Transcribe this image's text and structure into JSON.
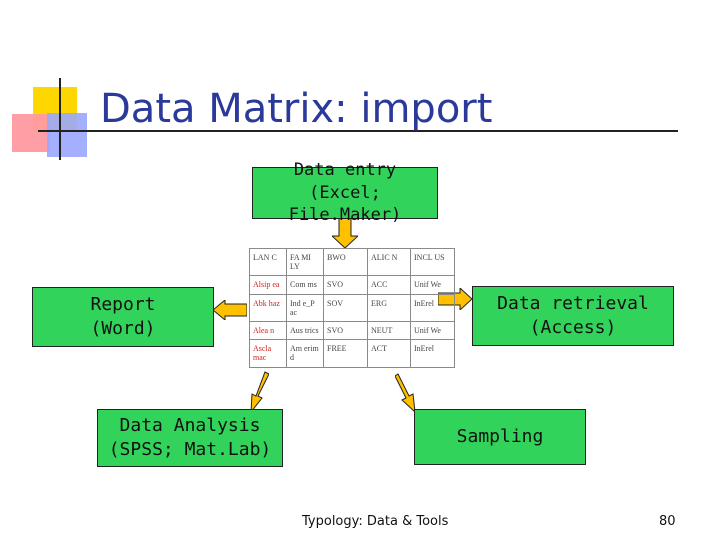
{
  "slide": {
    "title": "Data Matrix: import",
    "footer": "Typology: Data & Tools",
    "page_number": "80"
  },
  "boxes": {
    "entry": "Data entry\n(Excel; File.Maker)",
    "report": "Report\n(Word)",
    "retrieval": "Data retrieval\n(Access)",
    "analysis": "Data Analysis\n(SPSS; Mat.Lab)",
    "sampling": "Sampling"
  },
  "colors": {
    "box_fill": "#32d35a",
    "arrow_fill": "#ffc000",
    "title_color": "#2b3a9a",
    "row_label_color": "#d3201e"
  },
  "table": {
    "header": [
      "LAN C",
      "FA MI LY",
      "BWO",
      "ALIC N",
      "INCL US"
    ],
    "rows": [
      [
        "Alsip ea",
        "Com ms",
        "SVO",
        "ACC",
        "Unif We"
      ],
      [
        "Abk haz",
        "Ind e_P ac",
        "SOV",
        "ERG",
        "InErel"
      ],
      [
        "Alea n",
        "Aus trics",
        "SVO",
        "NEUT",
        "Unif We"
      ],
      [
        "Ascla mac",
        "Am erim d",
        "FREE",
        "ACT",
        "InErel"
      ]
    ]
  }
}
